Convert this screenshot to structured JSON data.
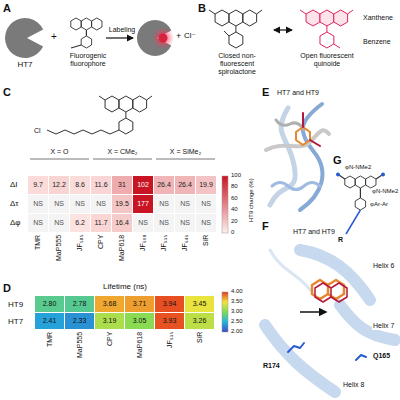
{
  "diagram": {
    "nodes": [
      {
        "text": [
          "Closed non-fluorescent spirolactone"
        ]
      },
      {
        "text": [
          "Open fluorescent quinoide"
        ]
      }
    ],
    "edges": [
      {
        "from": 0,
        "to": 1,
        "arrow": "both"
      }
    ],
    "labels": [
      "A",
      "B",
      "C",
      "D",
      "E",
      "F",
      "G",
      "HT7",
      "+",
      "Fluorogenic fluorophore",
      "Labeling",
      "+",
      "Cl⁻",
      "Xanthene",
      "Benzene",
      "X = O",
      "X = CMe₂",
      "X = SiMe₂",
      "HT9 change (%)",
      "100",
      "80",
      "60",
      "40",
      "20",
      "0",
      "ΔI",
      "Δτ",
      "Δφ",
      "9.7",
      "12.2",
      "8.6",
      "11.6",
      "31",
      "102",
      "26.4",
      "26.4",
      "19.9",
      "NS",
      "NS",
      "NS",
      "NS",
      "19.5",
      "177",
      "NS",
      "NS",
      "NS",
      "NS",
      "NS",
      "6.2",
      "11.7",
      "16.4",
      "NS",
      "NS",
      "NS",
      "NS",
      "TMR",
      "MaP555",
      "JF₅₈₅",
      "CPY",
      "MaP618",
      "JF₆₀₈",
      "JF₆₃₅",
      "JF₆₄₆",
      "SiR",
      "Lifetime (ns)",
      "HT9",
      "HT7",
      "2.80",
      "2.78",
      "3.68",
      "3.71",
      "3.94",
      "3.45",
      "2.41",
      "2.33",
      "3.19",
      "3.05",
      "3.93",
      "3.26",
      "4.00",
      "3.50",
      "3.00",
      "2.50",
      "2.00",
      "TMR",
      "MaP555",
      "CPY",
      "MaP618",
      "JF₆₃₅",
      "SiR",
      "HT7 and HT9",
      "HT7 and HT9",
      "Helix 6",
      "Helix 7",
      "Helix 8",
      "R174",
      "Q165",
      "φN-NMe2",
      "φN-NMe2",
      "φAr-Ar",
      "R",
      "Cl"
    ]
  }
}
